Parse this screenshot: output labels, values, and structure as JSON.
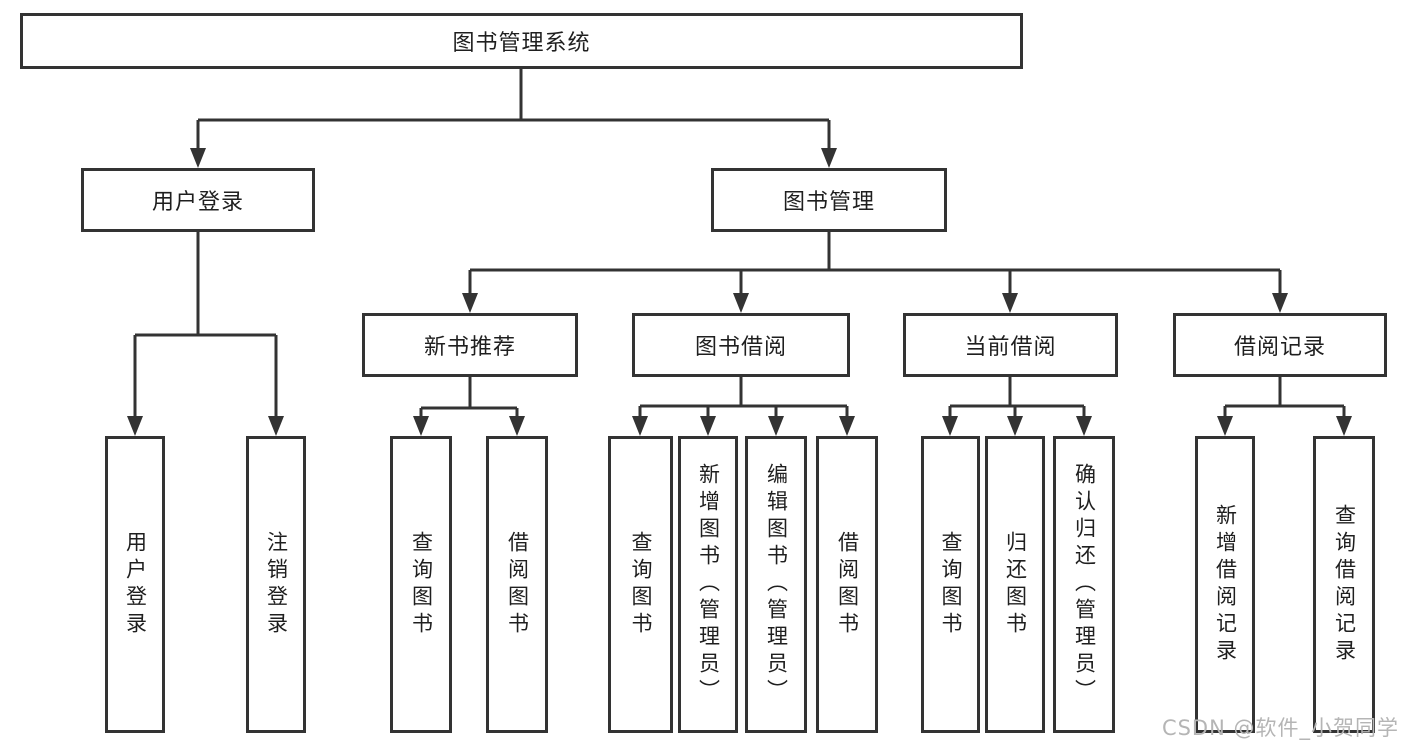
{
  "diagram": {
    "title": "图书管理系统",
    "nodes": [
      {
        "id": "root",
        "label": "图书管理系统",
        "parent": null
      },
      {
        "id": "user-login",
        "label": "用户登录",
        "parent": "root"
      },
      {
        "id": "book-mgmt",
        "label": "图书管理",
        "parent": "root"
      },
      {
        "id": "new-book-rec",
        "label": "新书推荐",
        "parent": "book-mgmt"
      },
      {
        "id": "book-borrow",
        "label": "图书借阅",
        "parent": "book-mgmt"
      },
      {
        "id": "current-borrow",
        "label": "当前借阅",
        "parent": "book-mgmt"
      },
      {
        "id": "borrow-records",
        "label": "借阅记录",
        "parent": "book-mgmt"
      },
      {
        "id": "login",
        "label": "用户登录",
        "parent": "user-login"
      },
      {
        "id": "logout",
        "label": "注销登录",
        "parent": "user-login"
      },
      {
        "id": "rec-query",
        "label": "查询图书",
        "parent": "new-book-rec"
      },
      {
        "id": "rec-borrow",
        "label": "借阅图书",
        "parent": "new-book-rec"
      },
      {
        "id": "bb-query",
        "label": "查询图书",
        "parent": "book-borrow"
      },
      {
        "id": "bb-add",
        "label": "新增图书（管理员）",
        "parent": "book-borrow"
      },
      {
        "id": "bb-edit",
        "label": "编辑图书（管理员）",
        "parent": "book-borrow"
      },
      {
        "id": "bb-borrow",
        "label": "借阅图书",
        "parent": "book-borrow"
      },
      {
        "id": "cb-query",
        "label": "查询图书",
        "parent": "current-borrow"
      },
      {
        "id": "cb-return",
        "label": "归还图书",
        "parent": "current-borrow"
      },
      {
        "id": "cb-confirm",
        "label": "确认归还（管理员）",
        "parent": "current-borrow"
      },
      {
        "id": "br-add",
        "label": "新增借阅记录",
        "parent": "borrow-records"
      },
      {
        "id": "br-query",
        "label": "查询借阅记录",
        "parent": "borrow-records"
      }
    ]
  },
  "watermark": "CSDN @软件_小贺同学",
  "colors": {
    "line": "#333333",
    "border": "#333333",
    "text": "#1f1f1f",
    "background": "#ffffff",
    "watermark": "#b5b5b5"
  }
}
